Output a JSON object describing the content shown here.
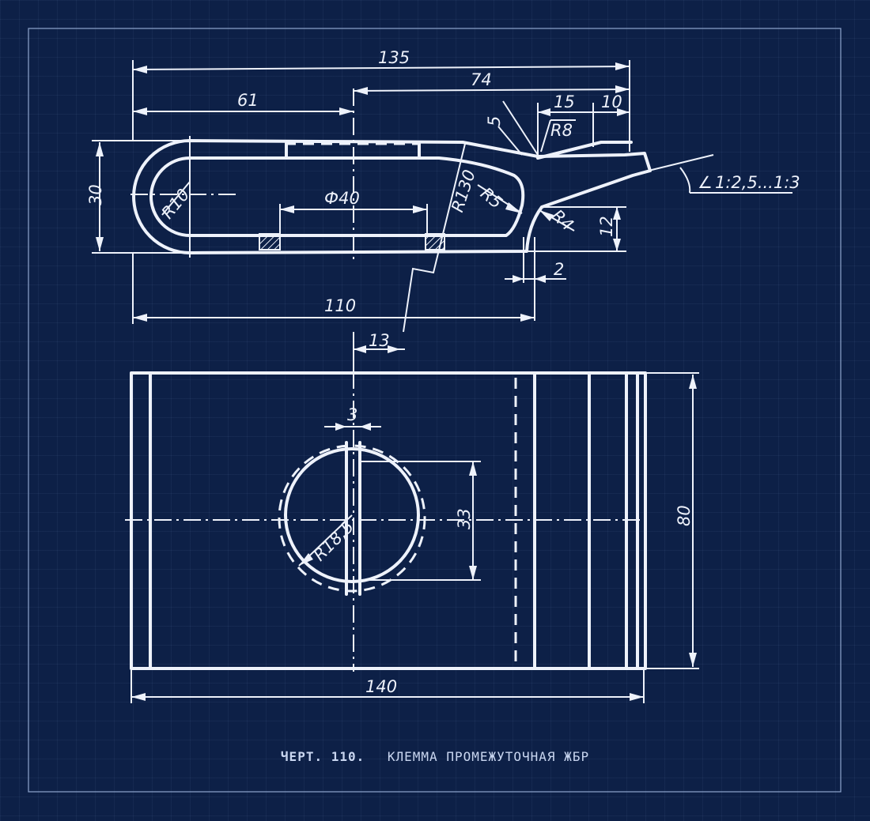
{
  "caption": {
    "number": "ЧЕРТ. 110.",
    "title": "КЛЕММА ПРОМЕЖУТОЧНАЯ ЖБР"
  },
  "dimensions": {
    "overall_length_top": "135",
    "length_74": "74",
    "length_61": "61",
    "length_15": "15",
    "length_10": "10",
    "offset_5": "5",
    "radius_8": "R8",
    "height_30": "30",
    "radius_10": "R10",
    "diameter_40": "Ф40",
    "radius_130": "R130",
    "radius_5": "R5",
    "radius_4": "R4",
    "height_12": "12",
    "slope": "1:2,5...1:3",
    "gap_2": "2",
    "length_110": "110",
    "offset_13": "13",
    "slot_3": "3",
    "radius_18_5": "R18,5",
    "height_33": "33",
    "width_80": "80",
    "length_140": "140"
  },
  "colors": {
    "background": "#0d2047",
    "lines": "#eef2fb"
  }
}
